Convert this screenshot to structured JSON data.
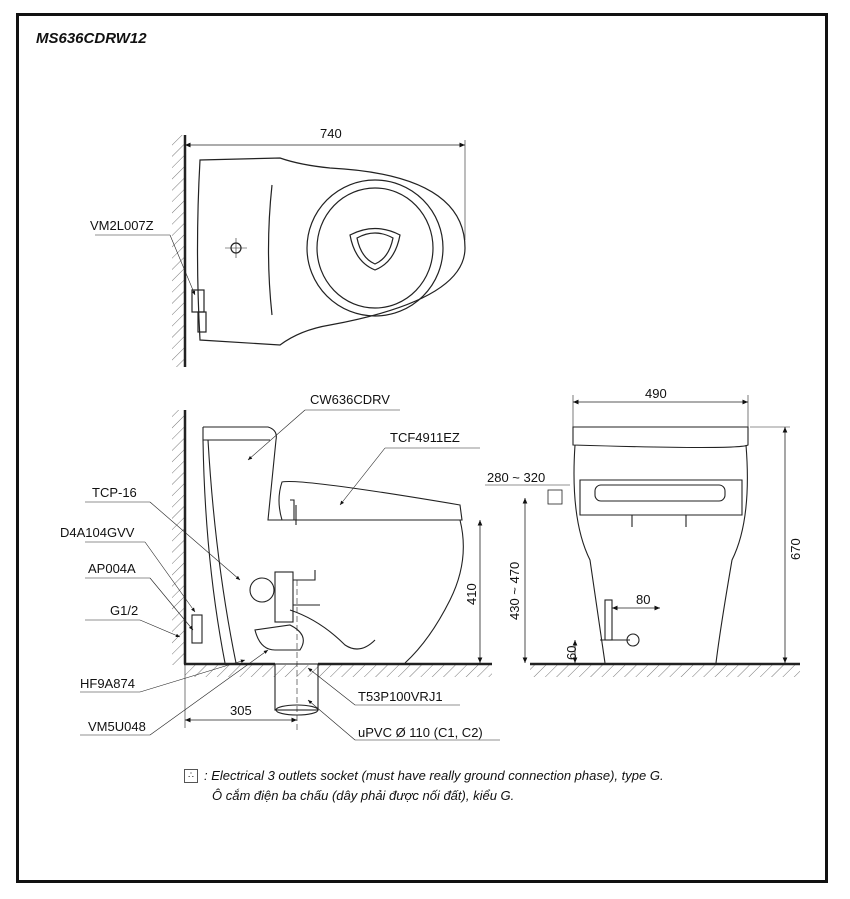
{
  "title": "MS636CDRW12",
  "top_view": {
    "width_dim": "740",
    "labels": {
      "valve": "VM2L007Z"
    }
  },
  "side_view": {
    "labels": {
      "body": "CW636CDRV",
      "seat": "TCF4911EZ",
      "tcp": "TCP-16",
      "d4a": "D4A104GVV",
      "ap": "AP004A",
      "g12": "G1/2",
      "hf": "HF9A874",
      "vm5": "VM5U048",
      "t53": "T53P100VRJ1",
      "pipe": "uPVC Ø 110 (C1, C2)"
    },
    "dims": {
      "height": "410",
      "rough_in": "305",
      "outlet_height": "430 ~ 470",
      "socket_offset": "280 ~ 320"
    }
  },
  "front_view": {
    "dims": {
      "width": "490",
      "height": "670",
      "valve_offset": "80",
      "valve_height": "60"
    }
  },
  "notes": {
    "line1": ": Electrical 3 outlets socket (must have really ground connection phase), type G.",
    "line2": "Ô cắm điện ba chấu (dây phải được nối đất), kiểu G.",
    "socket_icon": "socket-icon"
  }
}
